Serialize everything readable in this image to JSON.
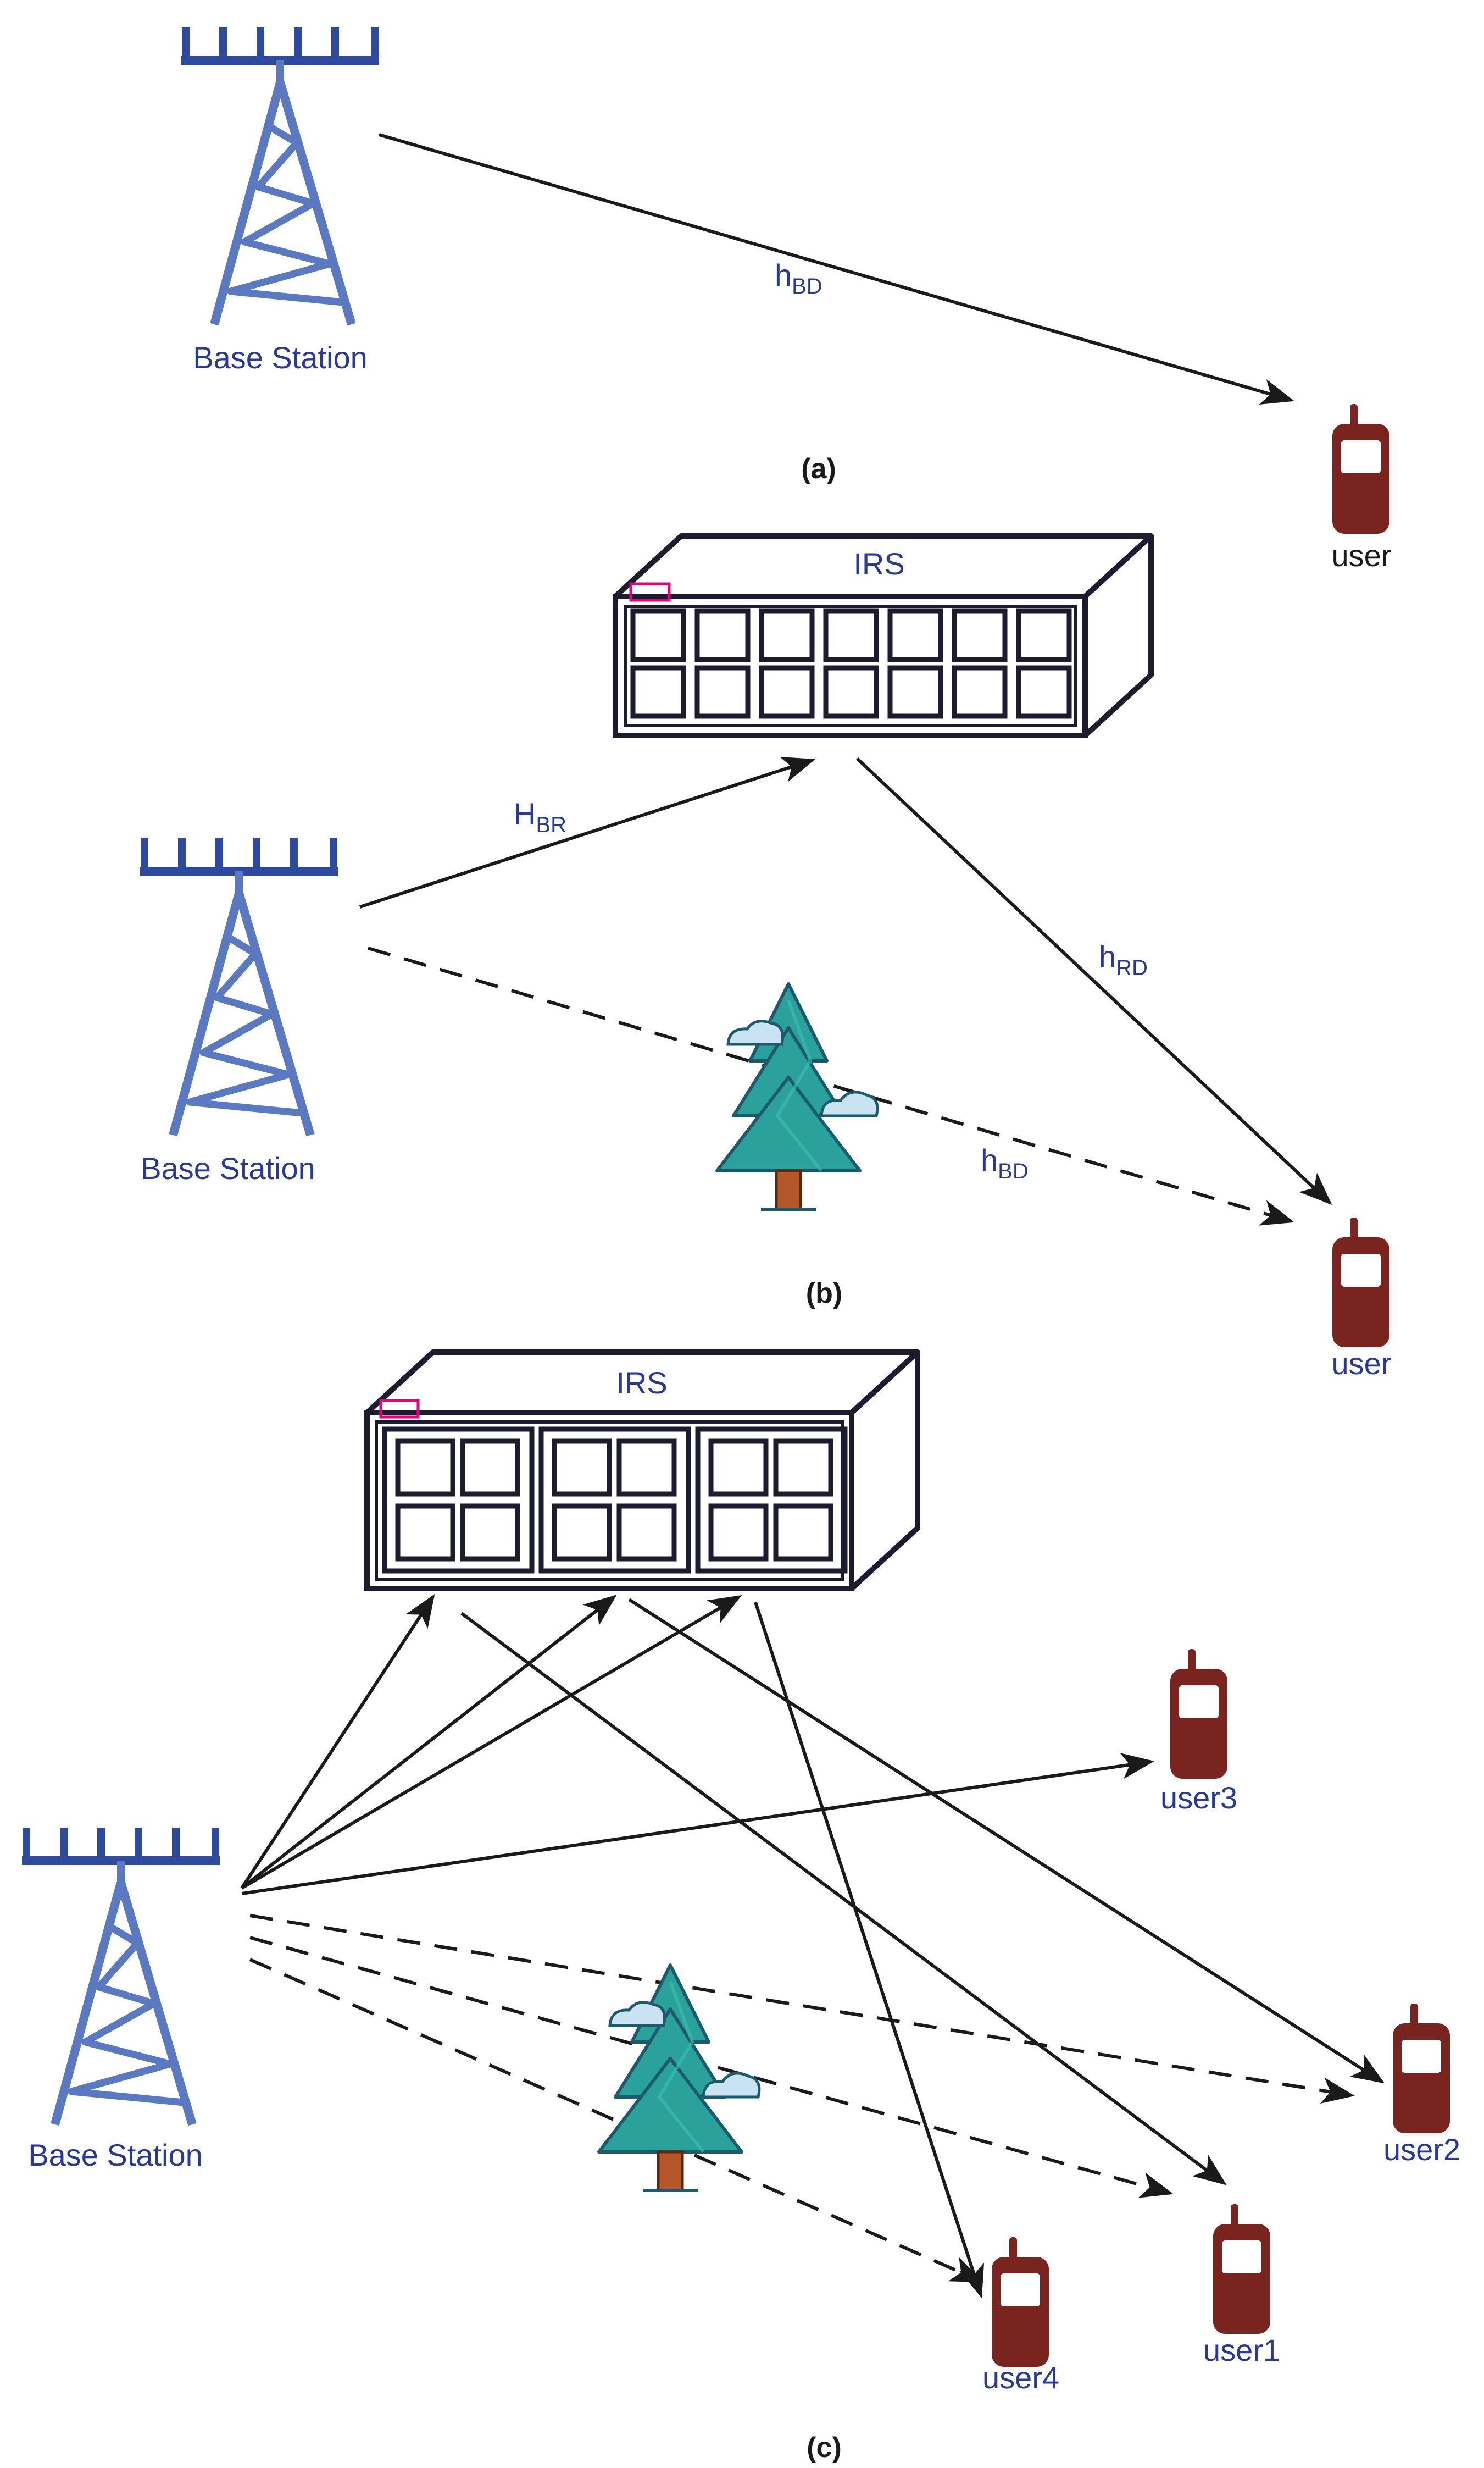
{
  "panel_a": {
    "base_station_label": "Base Station",
    "user_label": "user",
    "channel_bd": {
      "main": "h",
      "sub": "BD"
    },
    "caption": "(a)"
  },
  "panel_b": {
    "irs_label": "IRS",
    "base_station_label": "Base Station",
    "user_label": "user",
    "channel_br": {
      "main": "H",
      "sub": "BR"
    },
    "channel_rd": {
      "main": "h",
      "sub": "RD"
    },
    "channel_bd": {
      "main": "h",
      "sub": "BD"
    },
    "caption": "(b)"
  },
  "panel_c": {
    "irs_label": "IRS",
    "base_station_label": "Base Station",
    "users": [
      "user3",
      "user2",
      "user1",
      "user4"
    ],
    "caption": "(c)"
  },
  "colors": {
    "tower": "#5a79c0",
    "tower_top": "#2e4a9e",
    "phone": "#7a2420",
    "label_blue": "#2b3990",
    "irs_outline": "#1c1c2e",
    "irs_marker": "#e6007e",
    "tree_green": "#2aa19a",
    "tree_trunk": "#b5562b",
    "cloud": "#c9e3f2"
  }
}
